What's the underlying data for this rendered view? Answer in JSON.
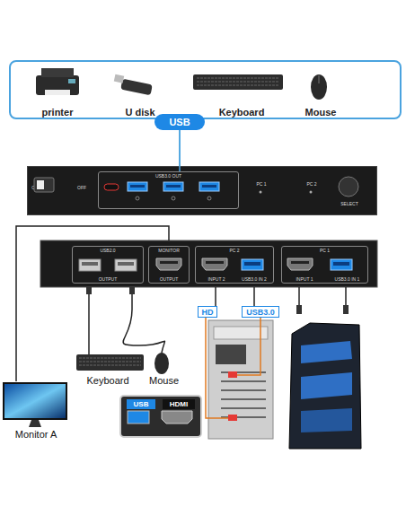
{
  "diagram": {
    "nodes": [
      {
        "text": [
          "printer",
          "U disk",
          "Keyboard",
          "Mouse"
        ]
      },
      {
        "text": [
          "USB"
        ]
      },
      {
        "text": [
          "ON",
          "OFF",
          "PC 1",
          "PC 2",
          "SELECT"
        ]
      },
      {
        "text": [
          "USB3.0 OUT"
        ],
        "in": 2
      },
      {
        "text": [
          "USB2.0",
          "OUTPUT"
        ]
      },
      {
        "text": [
          "MONITOR",
          "OUTPUT"
        ]
      },
      {
        "text": [
          "PC 2",
          "INPUT 2",
          "USB3.0 IN 2"
        ]
      },
      {
        "text": [
          "PC 1",
          "INPUT 1",
          "USB3.0 IN 1"
        ]
      },
      {
        "text": [
          "HD"
        ]
      },
      {
        "text": [
          "USB3.0"
        ]
      },
      {
        "text": [
          "USB",
          "HDMI"
        ]
      }
    ],
    "edges": [
      {
        "from": 1,
        "to": 3,
        "arrow": "none"
      }
    ],
    "labels": [
      "Keyboard",
      "Mouse",
      "Monitor A"
    ]
  }
}
